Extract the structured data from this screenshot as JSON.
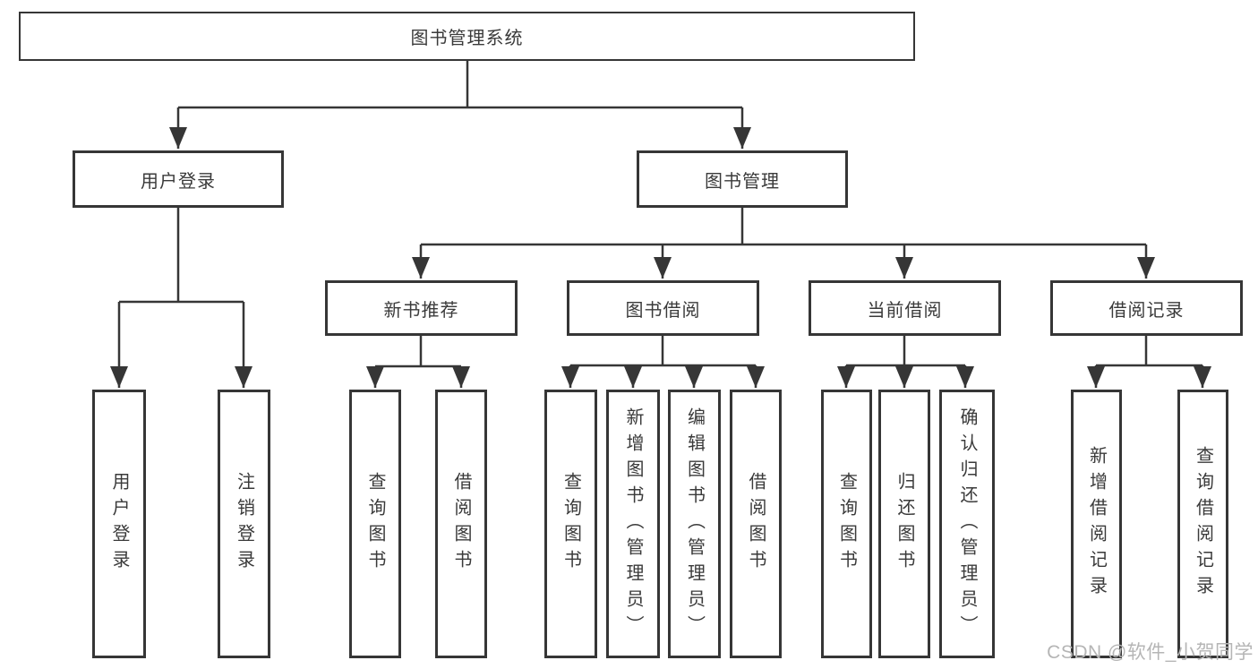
{
  "diagram_type": "hierarchy-tree",
  "tree": {
    "label": "图书管理系统",
    "children": [
      {
        "label": "用户登录",
        "children": [
          {
            "label": "用户登录"
          },
          {
            "label": "注销登录"
          }
        ]
      },
      {
        "label": "图书管理",
        "children": [
          {
            "label": "新书推荐",
            "children": [
              {
                "label": "查询图书"
              },
              {
                "label": "借阅图书"
              }
            ]
          },
          {
            "label": "图书借阅",
            "children": [
              {
                "label": "查询图书"
              },
              {
                "label": "新增图书（管理员）"
              },
              {
                "label": "编辑图书（管理员）"
              },
              {
                "label": "借阅图书"
              }
            ]
          },
          {
            "label": "当前借阅",
            "children": [
              {
                "label": "查询图书"
              },
              {
                "label": "归还图书"
              },
              {
                "label": "确认归还（管理员）"
              }
            ]
          },
          {
            "label": "借阅记录",
            "children": [
              {
                "label": "新增借阅记录"
              },
              {
                "label": "查询借阅记录"
              }
            ]
          }
        ]
      }
    ]
  },
  "watermark": {
    "text": "CSDN @软件_小贺同学"
  },
  "colors": {
    "line": "#363636",
    "box_border": "#363636",
    "box_fill": "#ffffff",
    "text": "#3a3a3a",
    "watermark": "#b5b5b5",
    "background": "#ffffff"
  }
}
